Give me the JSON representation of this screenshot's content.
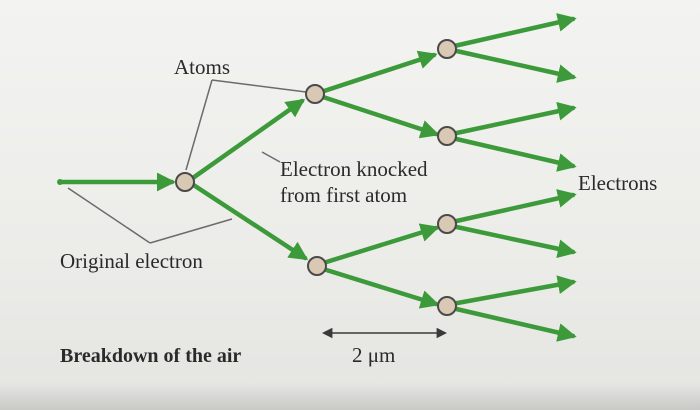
{
  "labels": {
    "atoms": "Atoms",
    "electron_knocked_line1": "Electron knocked",
    "electron_knocked_line2": "from first atom",
    "electrons": "Electrons",
    "original_electron": "Original electron",
    "breakdown": "Breakdown of the air",
    "scale": "2 μm"
  },
  "colors": {
    "arrow_green": "#3d9a3a",
    "atom_fill": "#d9c8b3",
    "atom_stroke": "#4a4a4a",
    "leader_line": "#6b6b6b"
  }
}
